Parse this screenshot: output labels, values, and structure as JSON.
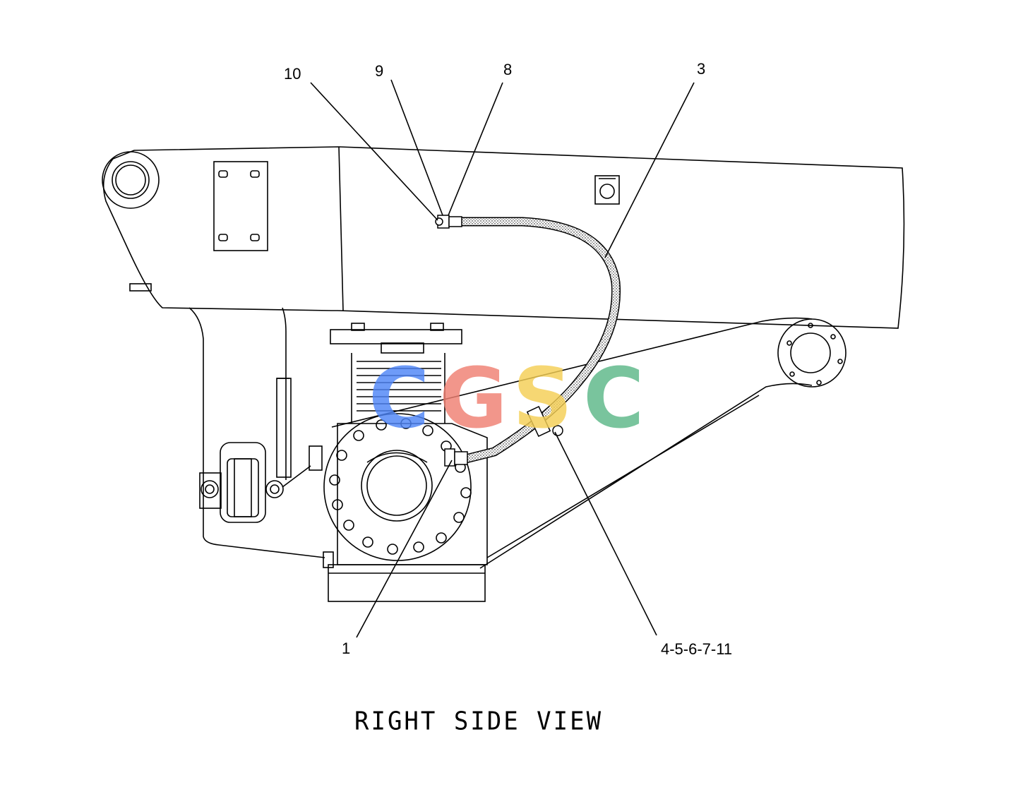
{
  "diagram": {
    "callouts": {
      "c10": "10",
      "c9": "9",
      "c8": "8",
      "c3": "3",
      "c1": "1",
      "c4": "4-5-6-7-11"
    },
    "view_title": "RIGHT SIDE VIEW"
  },
  "watermark": {
    "letters": [
      "C",
      "G",
      "S",
      "C"
    ],
    "colors": [
      "#4f86f7",
      "#f08072",
      "#f5cf55",
      "#5cb888"
    ]
  },
  "colors": {
    "line": "#000000",
    "background": "#ffffff"
  }
}
